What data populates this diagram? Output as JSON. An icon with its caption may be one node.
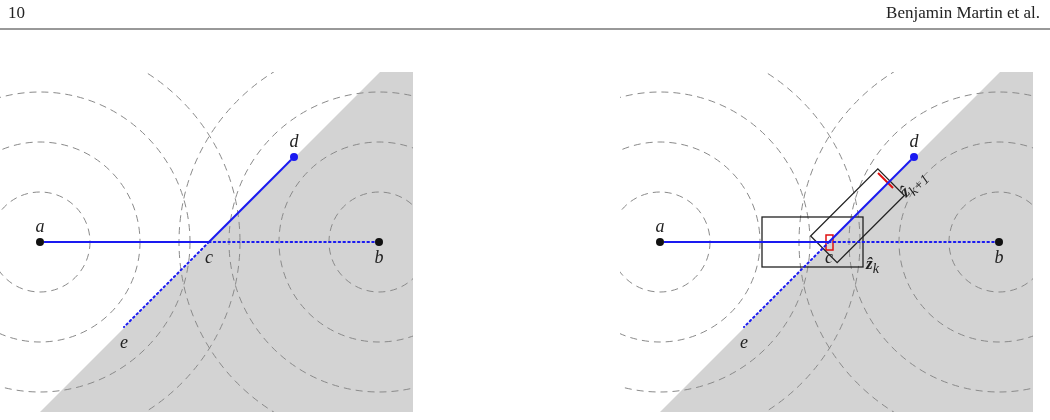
{
  "diagram": {
    "nodes": [
      {
        "text": [
          "a"
        ]
      },
      {
        "text": [
          "c"
        ]
      },
      {
        "text": [
          "b"
        ]
      },
      {
        "text": [
          "d"
        ]
      },
      {
        "text": [
          "e"
        ]
      },
      {
        "text": [
          "a"
        ]
      },
      {
        "text": [
          "c"
        ]
      },
      {
        "text": [
          "b"
        ]
      },
      {
        "text": [
          "d"
        ]
      },
      {
        "text": [
          "e"
        ]
      }
    ],
    "edges": [
      {
        "from": 0,
        "to": 1,
        "arrow": "none"
      },
      {
        "from": 1,
        "to": 3,
        "arrow": "none"
      },
      {
        "from": 1,
        "to": 2,
        "arrow": "none",
        "style": "dashed"
      },
      {
        "from": 1,
        "to": 4,
        "arrow": "none",
        "style": "dashed"
      },
      {
        "from": 5,
        "to": 6,
        "arrow": "none"
      },
      {
        "from": 6,
        "to": 8,
        "arrow": "none"
      },
      {
        "from": 6,
        "to": 7,
        "arrow": "none",
        "style": "dashed"
      },
      {
        "from": 6,
        "to": 9,
        "arrow": "none",
        "style": "dashed"
      }
    ],
    "labels": [
      "10",
      "Benjamin Martin et al.",
      "**ẑ**$_{k}$",
      "**ẑ**$_{k+1}$"
    ]
  }
}
